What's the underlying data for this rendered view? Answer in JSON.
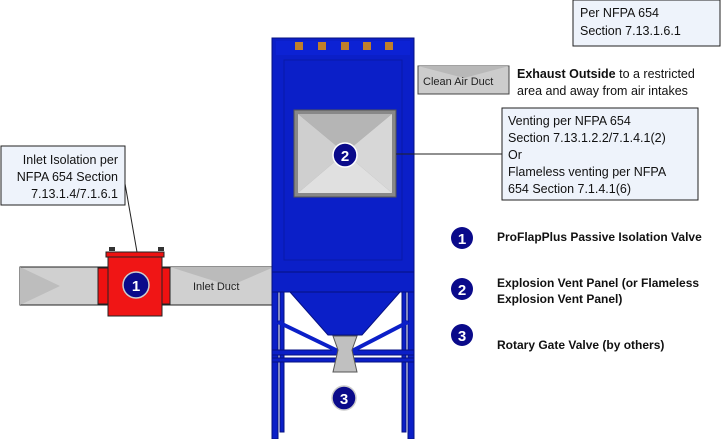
{
  "colors": {
    "collector": "#0b1fc8",
    "badge": "#0a0a8a",
    "valve": "#ee1111",
    "duct": "#c8c8c8",
    "callout_bg": "#eef3fb"
  },
  "callouts": {
    "exhaust_ref": [
      "Per NFPA 654",
      "Section 7.13.1.6.1"
    ],
    "exhaust_bold": "Exhaust Outside",
    "exhaust_rest": " to a restricted",
    "exhaust_line2": "area and away from air intakes",
    "venting": [
      "Venting per NFPA 654",
      "Section 7.13.1.2.2/7.1.4.1(2)",
      "Or",
      "Flameless venting per NFPA",
      "654 Section 7.1.4.1(6)"
    ],
    "inlet": [
      "Inlet Isolation per",
      "NFPA 654 Section",
      "7.13.1.4/7.1.6.1"
    ]
  },
  "labels": {
    "clean_air_duct": "Clean Air Duct",
    "inlet_duct": "Inlet Duct"
  },
  "badges": {
    "one": "1",
    "two": "2",
    "three": "3"
  },
  "legend": [
    {
      "num": "1",
      "lines": [
        "ProFlapPlus Passive Isolation Valve"
      ]
    },
    {
      "num": "2",
      "lines": [
        "Explosion Vent Panel (or Flameless",
        "Explosion Vent Panel)"
      ]
    },
    {
      "num": "3",
      "lines": [
        "Rotary Gate Valve (by others)"
      ]
    }
  ]
}
